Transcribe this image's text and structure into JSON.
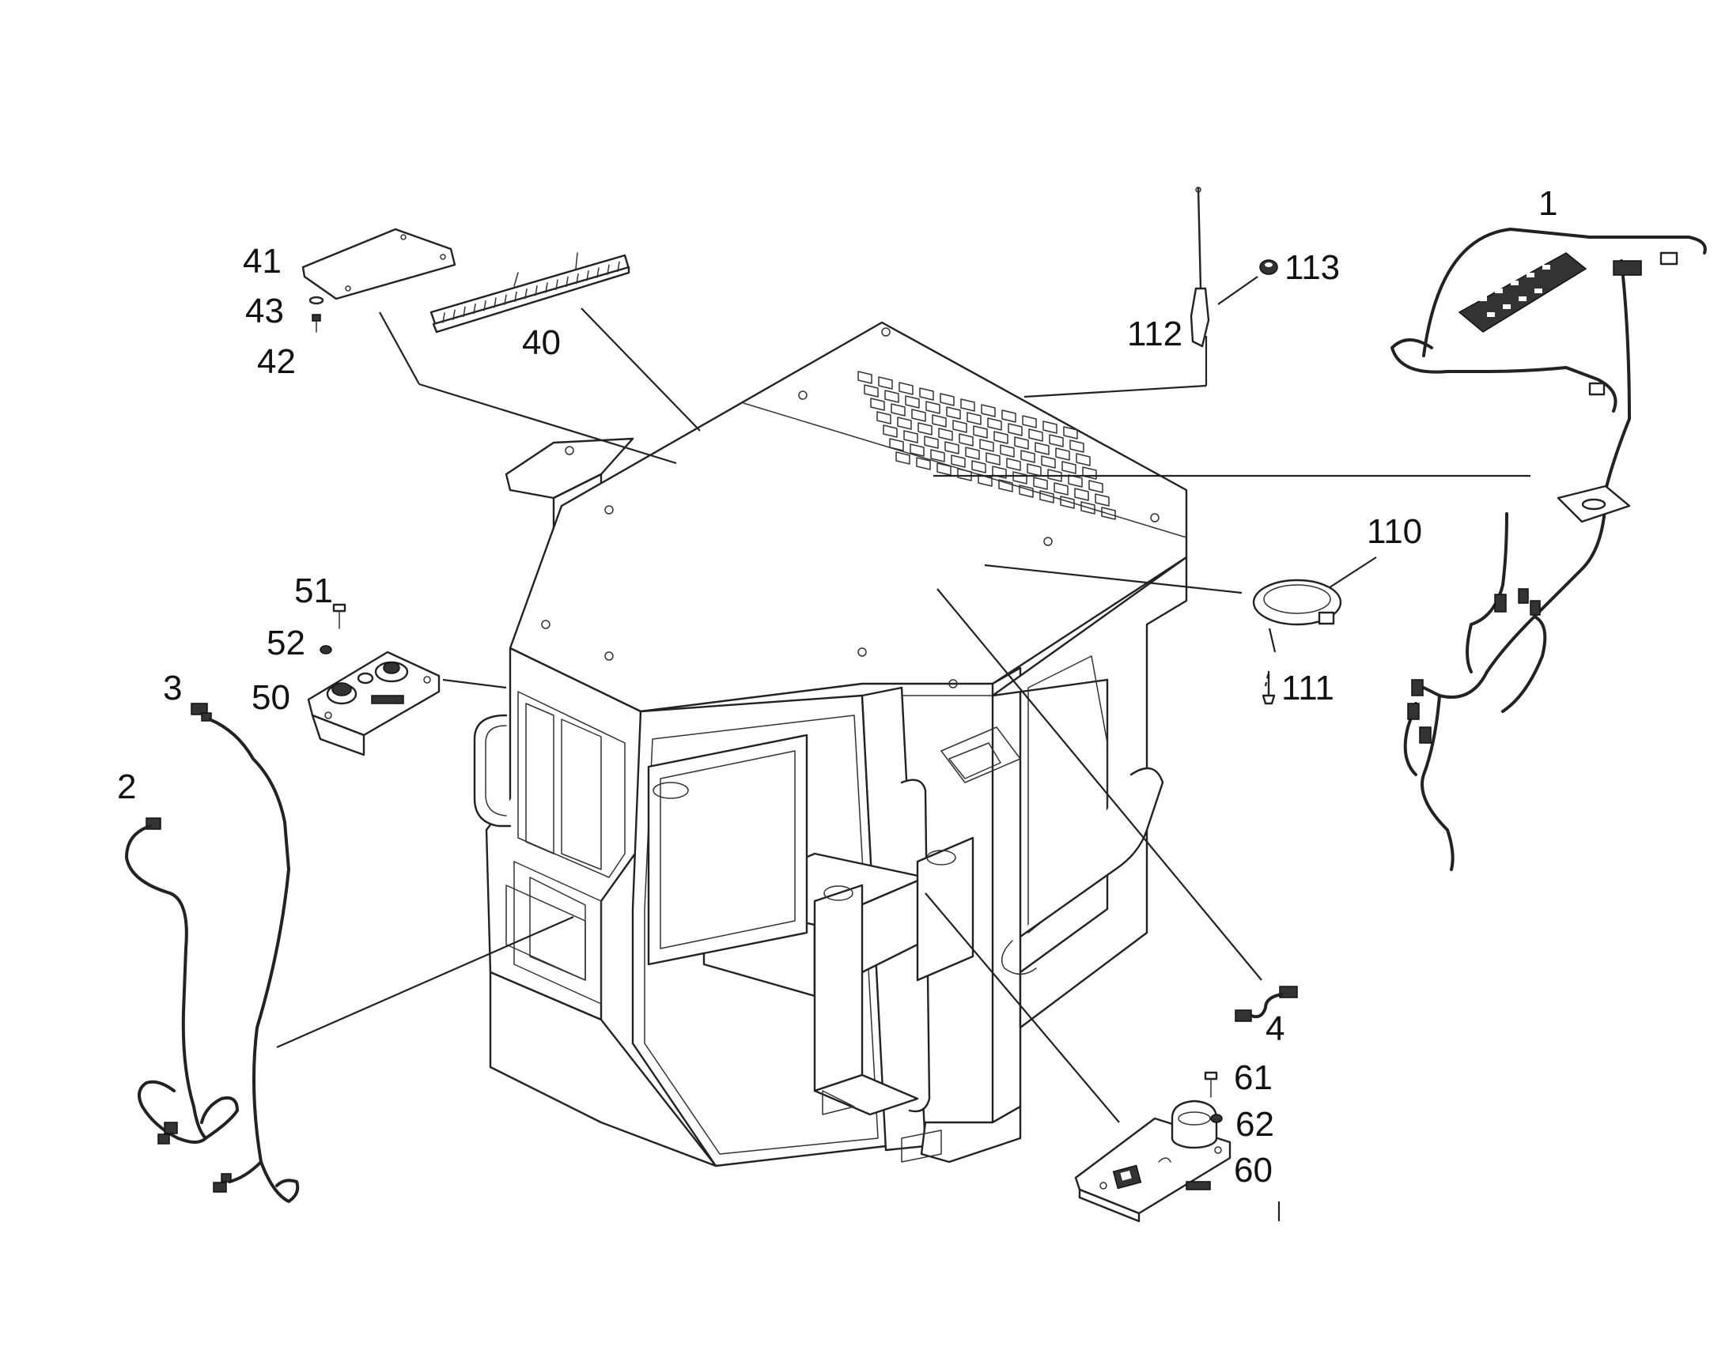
{
  "callouts": {
    "c1": "1",
    "c2": "2",
    "c3": "3",
    "c4": "4",
    "c40": "40",
    "c41": "41",
    "c42": "42",
    "c43": "43",
    "c50": "50",
    "c51": "51",
    "c52": "52",
    "c60": "60",
    "c61": "61",
    "c62": "62",
    "c110": "110",
    "c111": "111",
    "c112": "112",
    "c113": "113"
  },
  "colors": {
    "line": "#222222",
    "background": "#ffffff"
  }
}
